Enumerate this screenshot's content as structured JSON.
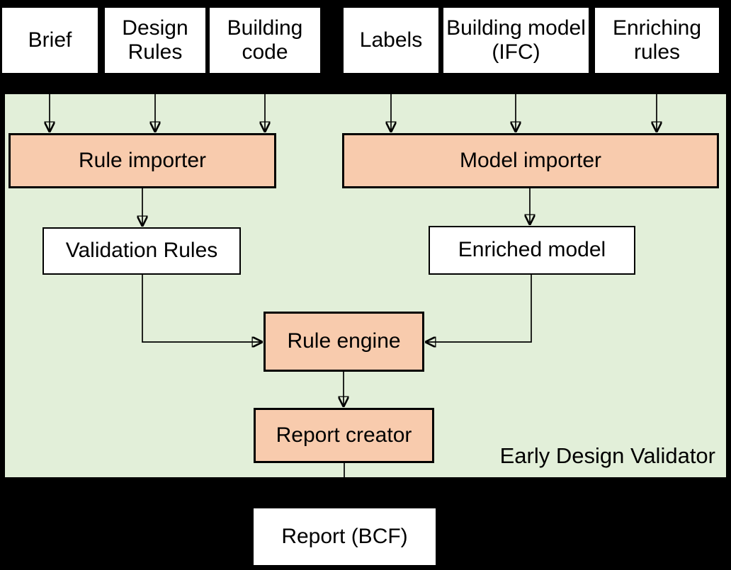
{
  "diagram": {
    "container_label": "Early Design Validator",
    "inputs": [
      {
        "id": "brief",
        "label": "Brief"
      },
      {
        "id": "design-rules",
        "label": "Design Rules"
      },
      {
        "id": "building-code",
        "label": "Building code"
      },
      {
        "id": "labels",
        "label": "Labels"
      },
      {
        "id": "building-model-ifc",
        "label": "Building model (IFC)"
      },
      {
        "id": "enriching-rules",
        "label": "Enriching rules"
      }
    ],
    "processes": [
      {
        "id": "rule-importer",
        "label": "Rule importer"
      },
      {
        "id": "model-importer",
        "label": "Model importer"
      },
      {
        "id": "rule-engine",
        "label": "Rule engine"
      },
      {
        "id": "report-creator",
        "label": "Report creator"
      }
    ],
    "artifacts": [
      {
        "id": "validation-rules",
        "label": "Validation Rules"
      },
      {
        "id": "enriched-model",
        "label": "Enriched model"
      }
    ],
    "output": {
      "id": "report-bcf",
      "label": "Report (BCF)"
    },
    "edges": [
      {
        "from": "Brief",
        "to": "Rule importer"
      },
      {
        "from": "Design Rules",
        "to": "Rule importer"
      },
      {
        "from": "Building code",
        "to": "Rule importer"
      },
      {
        "from": "Labels",
        "to": "Model importer"
      },
      {
        "from": "Building model (IFC)",
        "to": "Model importer"
      },
      {
        "from": "Enriching rules",
        "to": "Model importer"
      },
      {
        "from": "Rule importer",
        "to": "Validation Rules"
      },
      {
        "from": "Model importer",
        "to": "Enriched model"
      },
      {
        "from": "Validation Rules",
        "to": "Rule engine"
      },
      {
        "from": "Enriched model",
        "to": "Rule engine"
      },
      {
        "from": "Rule engine",
        "to": "Report creator"
      },
      {
        "from": "Report creator",
        "to": "Report (BCF)"
      }
    ],
    "colors": {
      "background": "#000000",
      "system_container_fill": "#E2EFD9",
      "process_fill": "#F8CBAD",
      "artifact_fill": "#FFFFFF",
      "line": "#000000",
      "text": "#000000"
    }
  }
}
